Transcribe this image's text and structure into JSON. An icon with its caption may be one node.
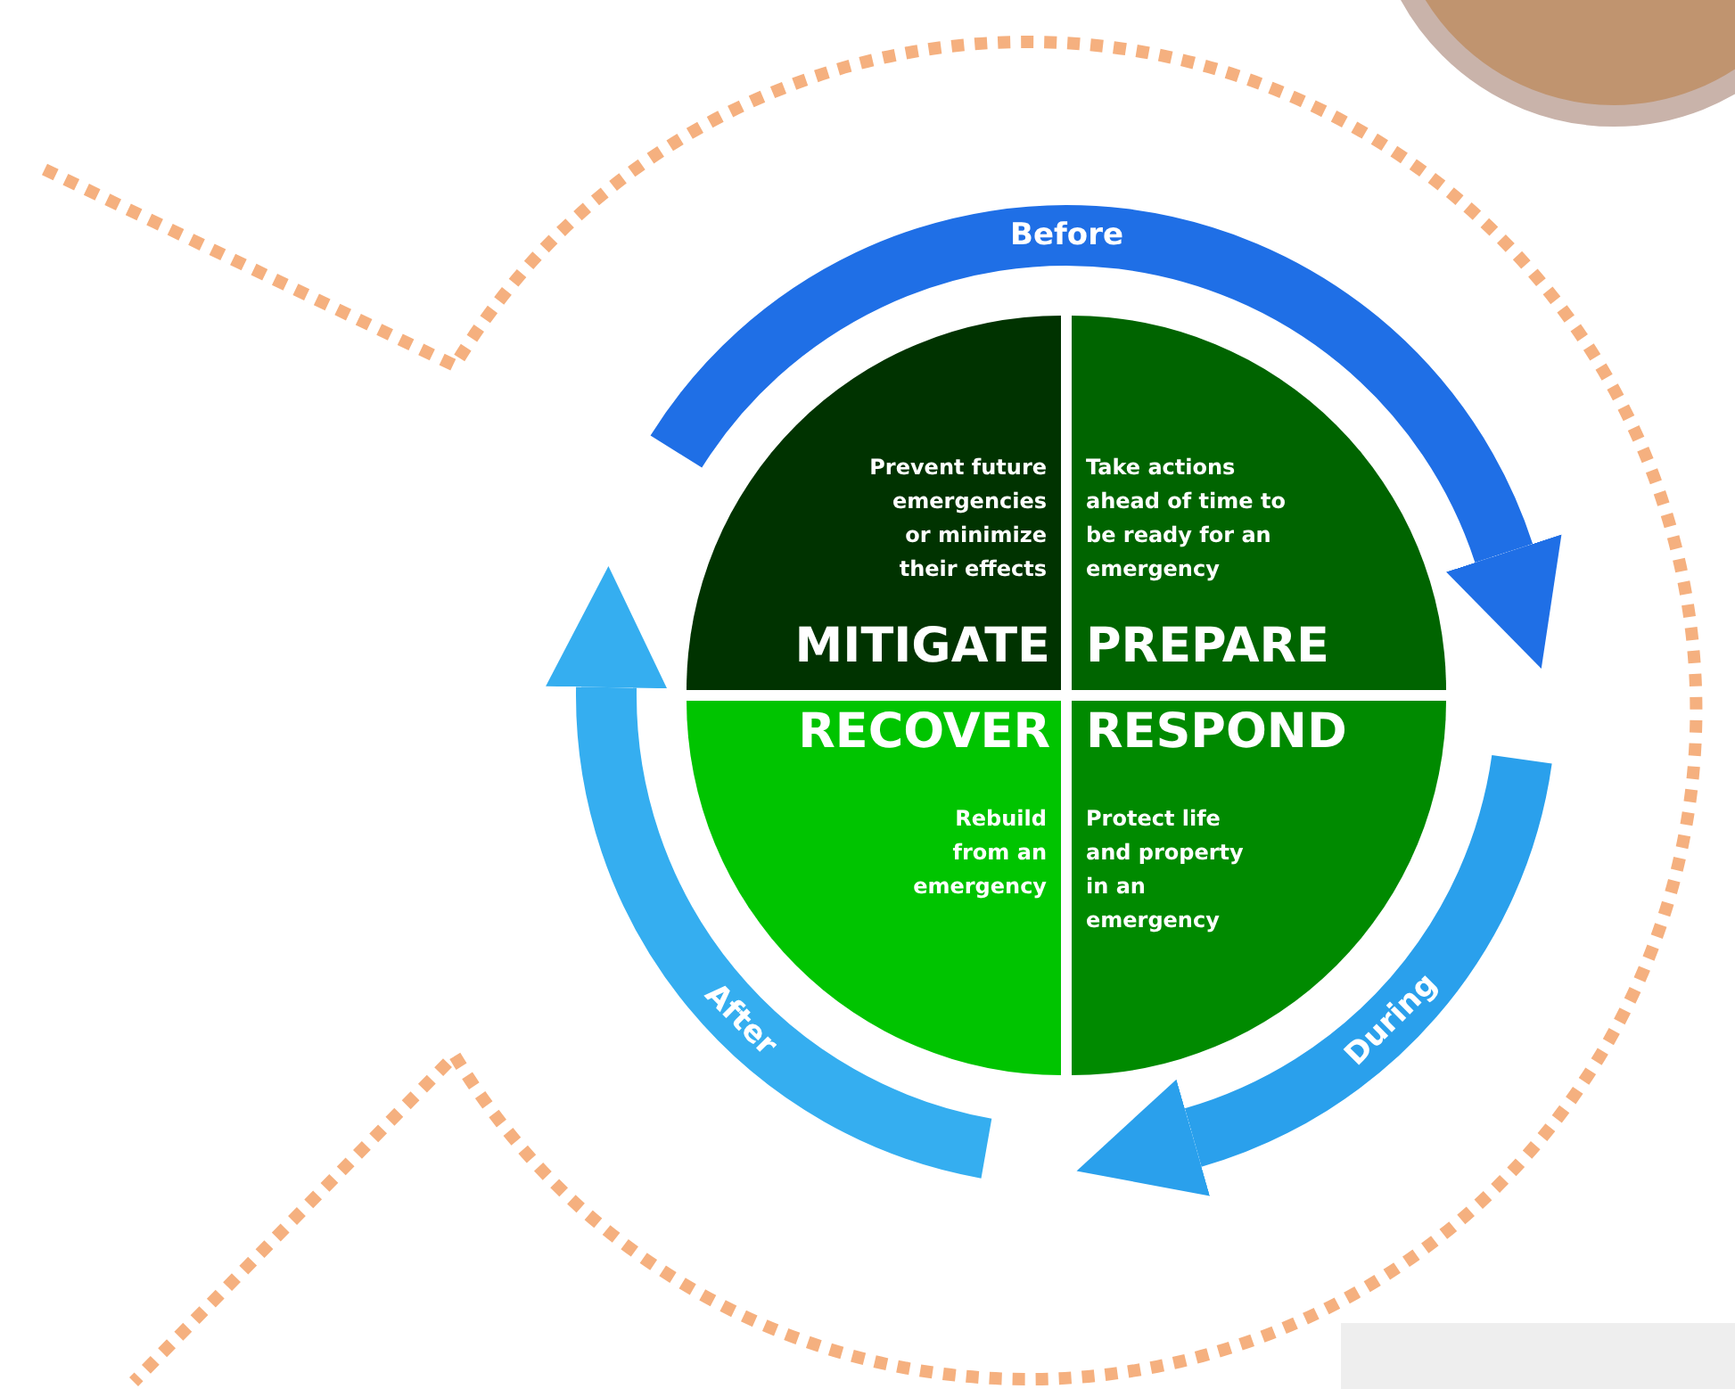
{
  "diagram": {
    "nodes": [
      {
        "text": [
          "Prevent future emergencies or minimize their effects",
          "MITIGATE"
        ]
      },
      {
        "text": [
          "Take actions ahead of time to be ready for an emergency",
          "PREPARE"
        ]
      },
      {
        "text": [
          "RECOVER",
          "Rebuild from an emergency"
        ]
      },
      {
        "text": [
          "RESPOND",
          "Protect life and property in an emergency"
        ]
      }
    ],
    "labels": [
      "Before",
      "After",
      "During"
    ]
  }
}
